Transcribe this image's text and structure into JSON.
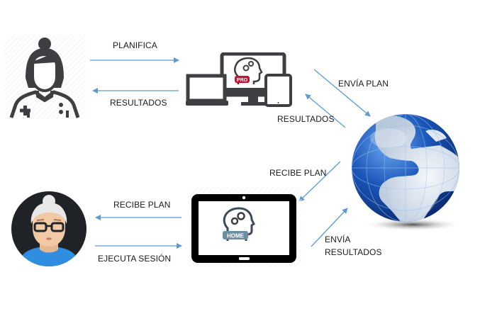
{
  "diagram": {
    "nodes": {
      "professional": {
        "role": "professional",
        "icon": "nurse-icon"
      },
      "pro_devices": {
        "icon": "devices-icon",
        "badge": "PRO"
      },
      "internet": {
        "icon": "globe-icon"
      },
      "home_tablet": {
        "icon": "tablet-icon",
        "badge": "HOME"
      },
      "patient": {
        "icon": "patient-avatar-icon"
      }
    },
    "labels": {
      "planifica": "PLANIFICA",
      "resultados_top": "RESULTADOS",
      "envia_plan": "ENVÍA PLAN",
      "resultados_globe": "RESULTADOS",
      "recibe_plan_globe": "RECIBE PLAN",
      "envia_resultados_line1": "ENVÍA",
      "envia_resultados_line2": "RESULTADOS",
      "recibe_plan_patient": "RECIBE PLAN",
      "ejecuta_sesion": "EJECUTA SESIÓN"
    },
    "colors": {
      "arrow": "#5b9bd5",
      "icon_dark": "#3d3f42",
      "pro_badge": "#c8102e",
      "home_badge": "#6b8fa3",
      "globe_blue": "#1a56b8",
      "skin": "#f1c9a5",
      "shirt": "#2f8ee0"
    }
  }
}
